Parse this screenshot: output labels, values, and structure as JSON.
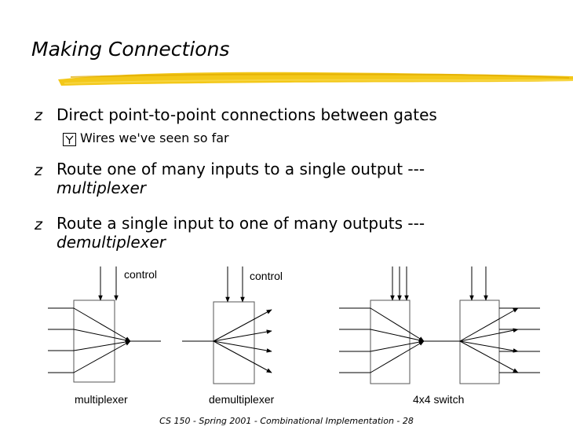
{
  "slide": {
    "title": "Making Connections",
    "bullets": [
      {
        "marker": "z",
        "text": "Direct point-to-point connections between gates",
        "sub": [
          {
            "marker": "y",
            "text": "Wires we've seen so far"
          }
        ]
      },
      {
        "marker": "z",
        "text": "Route one of many inputs to a single output ---",
        "emphasis": "multiplexer"
      },
      {
        "marker": "z",
        "text": "Route a single input to one of many outputs ---",
        "emphasis": "demultiplexer"
      }
    ],
    "diagram": {
      "control_labels": [
        "control",
        "control"
      ],
      "captions": [
        "multiplexer",
        "demultiplexer",
        "4x4 switch"
      ]
    },
    "footer": "CS 150 - Spring 2001 - Combinational Implementation - 28",
    "colors": {
      "title_underline": "#f2c200"
    }
  }
}
